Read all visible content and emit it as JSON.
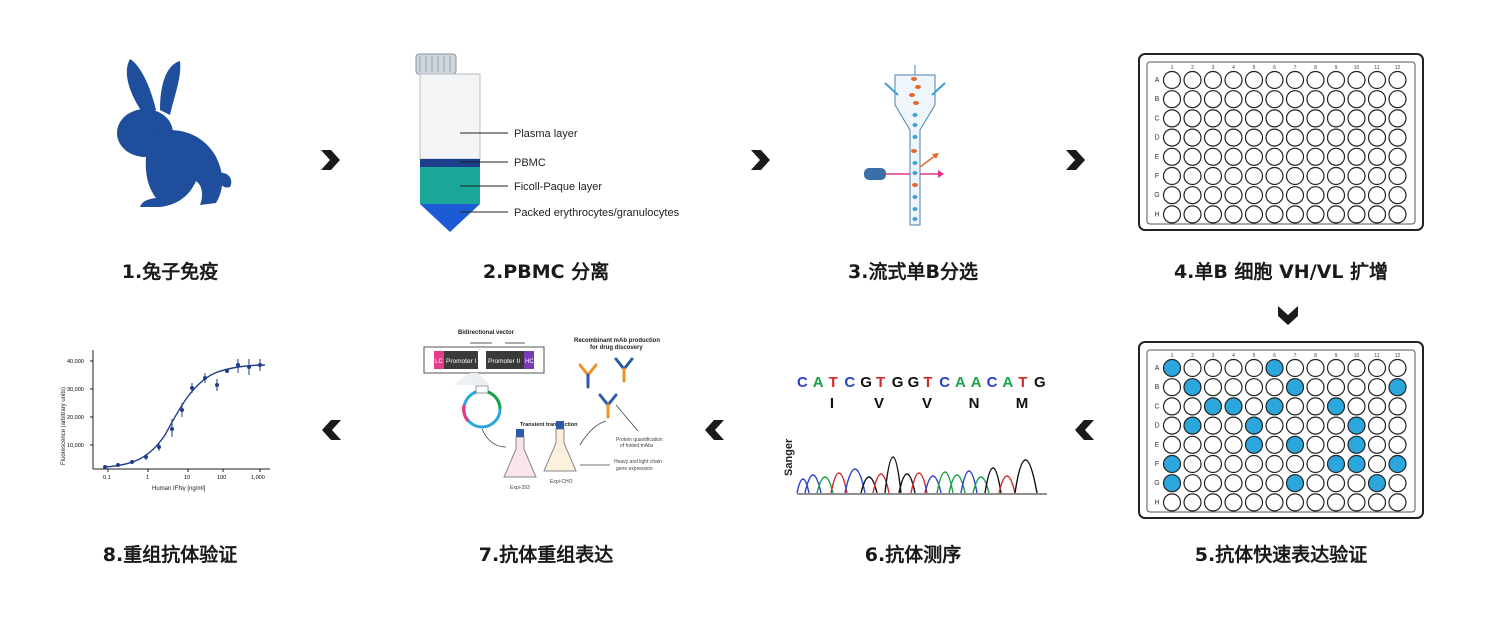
{
  "steps": [
    {
      "caption": "1.兔子免疫"
    },
    {
      "caption": "2.PBMC 分离",
      "layers": [
        "Plasma layer",
        "PBMC",
        "Ficoll-Paque layer",
        "Packed erythrocytes/granulocytes"
      ]
    },
    {
      "caption": "3.流式单B分选"
    },
    {
      "caption": "4.单B 细胞 VH/VL 扩增"
    },
    {
      "caption": "5.抗体快速表达验证"
    },
    {
      "caption": "6.抗体测序",
      "dna": [
        "C",
        "A",
        "T",
        "C",
        "G",
        "T",
        "G",
        "G",
        "T",
        "C",
        "A",
        "A",
        "C",
        "A",
        "T",
        "G"
      ],
      "aa": [
        "I",
        "V",
        "V",
        "N",
        "M"
      ],
      "trace_label": "Sanger"
    },
    {
      "caption": "7.抗体重组表达",
      "vector_title": "Bidirectional vector",
      "promoter1": "Promoter I",
      "promoter2": "Promoter II",
      "lc": "LC",
      "hc": "HC",
      "production_title": "Recombinant mAb production",
      "production_sub": "for drug discovery",
      "transfection": "Transient transfection",
      "quant": "Protein quantification",
      "quant2": "of folded mAbs",
      "expr": "Heavy and light chain",
      "expr2": "gene expression",
      "flask1": "Expi-293",
      "flask2": "Expi-CHO"
    },
    {
      "caption": "8.重组抗体验证",
      "ylabel": "Fluorescence (arbitrary units)",
      "xlabel": "Human IFNγ [ng/ml]",
      "yticks": [
        "10,000",
        "20,000",
        "30,000",
        "40,000"
      ],
      "xticks": [
        "0.1",
        "1",
        "10",
        "100",
        "1,000"
      ]
    }
  ],
  "plate": {
    "rows": [
      "A",
      "B",
      "C",
      "D",
      "E",
      "F",
      "G",
      "H"
    ],
    "cols": [
      "1",
      "2",
      "3",
      "4",
      "5",
      "6",
      "7",
      "8",
      "9",
      "10",
      "11",
      "12"
    ]
  },
  "colors": {
    "brand_blue": "#1f4e9c",
    "well_blue": "#2ba7de",
    "teal": "#1aa79a",
    "arrow": "#1a1a1a"
  }
}
